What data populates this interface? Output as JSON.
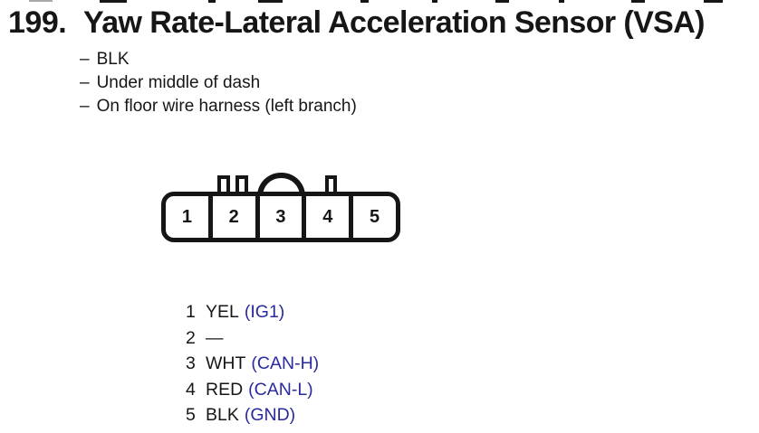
{
  "document": {
    "entry_number": "199.",
    "title": "Yaw Rate-Lateral Acceleration Sensor (VSA)",
    "details_bullet": "–",
    "details": [
      "BLK",
      "Under middle of dash",
      "On floor wire harness (left branch)"
    ]
  },
  "connector": {
    "cavity_labels": [
      "1",
      "2",
      "3",
      "4",
      "5"
    ]
  },
  "pinout": {
    "rows": [
      {
        "pin": "1",
        "wire_color": "YEL",
        "signal": "(IG1)"
      },
      {
        "pin": "2",
        "wire_color": "—",
        "signal": ""
      },
      {
        "pin": "3",
        "wire_color": "WHT",
        "signal": "(CAN-H)"
      },
      {
        "pin": "4",
        "wire_color": "RED",
        "signal": "(CAN-L)"
      },
      {
        "pin": "5",
        "wire_color": "BLK",
        "signal": "(GND)"
      }
    ]
  },
  "colors": {
    "text_black": "#161616",
    "signal_blue": "#2929a0",
    "background": "#ffffff"
  }
}
